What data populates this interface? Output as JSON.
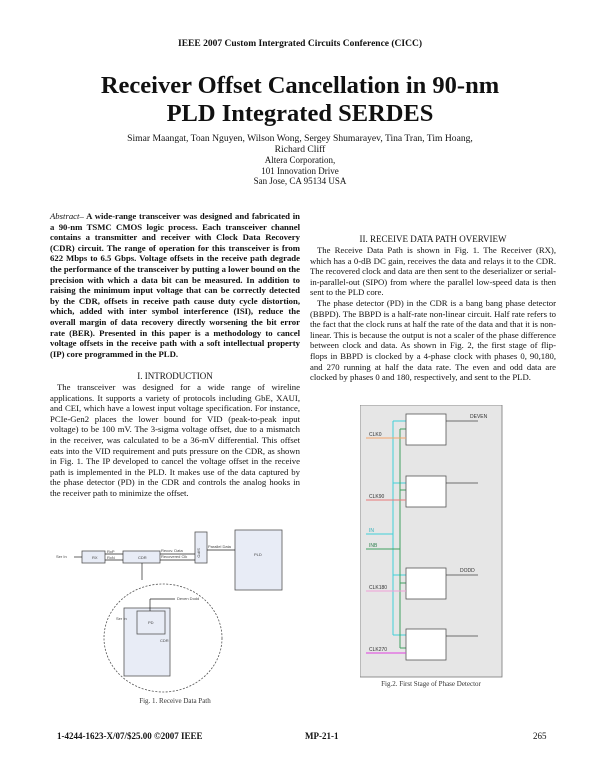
{
  "header": "IEEE 2007 Custom Intergrated Circuits Conference (CICC)",
  "title_lines": [
    "Receiver Offset Cancellation in 90-nm",
    "PLD Integrated SERDES"
  ],
  "authors": [
    "Simar Maangat, Toan Nguyen, Wilson Wong, Sergey Shumarayev, Tina Tran, Tim Hoang,",
    "Richard Cliff"
  ],
  "affiliation": [
    "Altera Corporation,",
    "101 Innovation Drive",
    "San Jose, CA 95134 USA"
  ],
  "abstract": {
    "label": "Abstract–",
    "text": " A wide-range transceiver was designed and fabricated in a 90-nm TSMC CMOS logic process. Each transceiver channel contains a transmitter and receiver with Clock Data Recovery (CDR) circuit. The range of operation for this transceiver is from 622 Mbps to 6.5 Gbps. Voltage offsets in the receive path degrade the performance of the transceiver by putting a lower bound on the precision with which a data bit can be measured. In addition to raising the minimum input voltage that can be correctly detected by the CDR, offsets in receive path cause duty cycle distortion, which, added with inter symbol interference (ISI), reduce the overall margin of data recovery directly worsening the bit error rate (BER). Presented in this paper is a methodology to cancel voltage offsets in the receive path with a soft intellectual property (IP) core programmed in the PLD."
  },
  "intro": {
    "heading": "I. INTRODUCTION",
    "text": "The transceiver was designed for a wide range of wireline applications. It supports a variety of protocols including GbE, XAUI, and CEI, which have a lowest input voltage specification. For instance, PCIe-Gen2 places the lower bound for VID (peak-to-peak input voltage) to be 100 mV. The 3-sigma voltage offset, due to a mismatch in the receiver, was calculated to be a 36-mV differential. This offset eats into the VID requirement and puts pressure on the CDR, as shown in Fig. 1. The IP developed to cancel the voltage offset in the receive path is implemented in the PLD. It makes use of the data captured by the phase detector (PD) in the CDR and controls the analog hooks in the receiver path to minimize the offset."
  },
  "section2": {
    "heading": "II. RECEIVE DATA PATH OVERVIEW",
    "paragraphs": [
      "The Receive Data Path is shown in Fig. 1. The Receiver (RX), which has a 0-dB DC gain, receives the data and relays it to the CDR. The recovered clock and data are then sent to the deserializer or serial-in-parallel-out (SIPO) from where the parallel low-speed data is then sent to the PLD core.",
      "The phase detector (PD) in the CDR is a bang bang phase detector (BBPD). The BBPD is a half-rate non-linear circuit. Half rate refers to the fact that the clock runs at half the rate of the data and that it is non-linear. This is because the output is not a scaler of the phase difference between clock and data. As shown in Fig. 2, the first stage of flip-flops in BBPD is clocked by a 4-phase clock with phases 0, 90,180, and 270 running at half the data rate. The even and odd data are clocked by phases 0 and 180, respectively, and sent to the PLD."
    ]
  },
  "fig1": {
    "caption": "Fig. 1. Receive Data Path",
    "ser_in": "Ser In",
    "rx": "RX",
    "rxp": "RxP",
    "rxn": "RxN",
    "cdr": "CDR",
    "recov_data": "Recov. Data",
    "recov_clk": "Recovered Clk",
    "sipo": "SIPO",
    "parallel": "Parallel Data",
    "pld": "PLD",
    "deven_dodd": "Deven Dodd",
    "pd": "PD"
  },
  "fig2": {
    "caption": "Fig.2. First Stage of Phase Detector",
    "clocks": [
      "CLK0",
      "CLK90",
      "CLK180",
      "CLK270"
    ],
    "in": "IN",
    "inb": "INB",
    "deven": "DEVEN",
    "dodd": "DODD",
    "colors": {
      "clk0": "#f4a46a",
      "clk90": "#e87878",
      "clk180": "#f0a0d8",
      "clk270": "#e040e0",
      "in": "#40d0d8",
      "inb": "#40a060"
    }
  },
  "footer": {
    "left": "1-4244-1623-X/07/$25.00 ©2007 IEEE",
    "center": "MP-21-1",
    "right": "265"
  }
}
